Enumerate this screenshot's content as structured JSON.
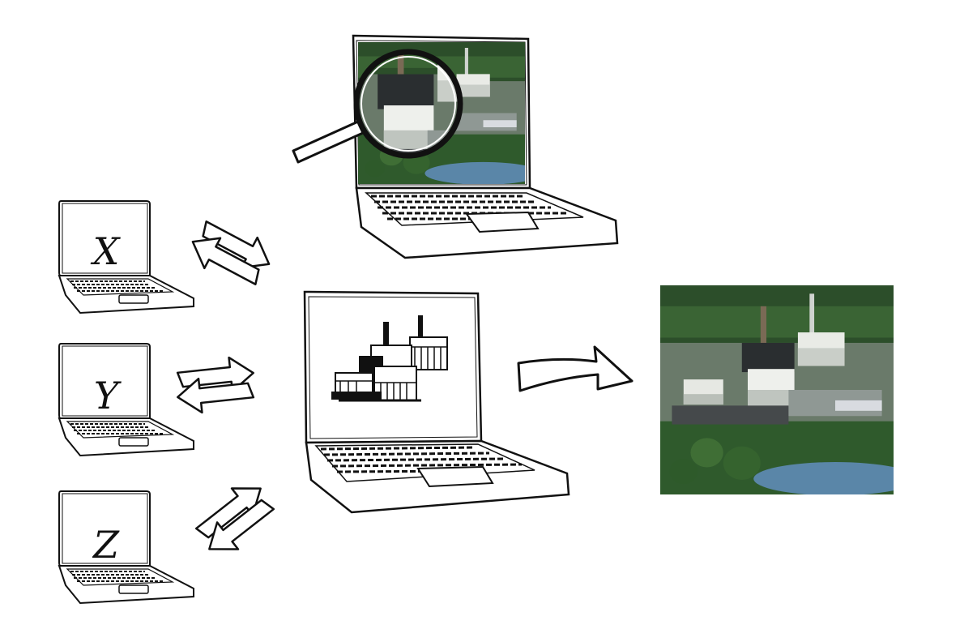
{
  "labels": {
    "laptop_x": "X",
    "laptop_y": "Y",
    "laptop_z": "Z"
  },
  "colors": {
    "ink": "#111111",
    "sky": "#4f7fa6",
    "forest": "#2f5a2c",
    "building": "#e9ebe6",
    "water": "#5a86a8"
  },
  "icons": [
    "magnifier-icon",
    "bidirectional-arrow-icon",
    "forward-arrow-icon",
    "laptop-icon"
  ]
}
